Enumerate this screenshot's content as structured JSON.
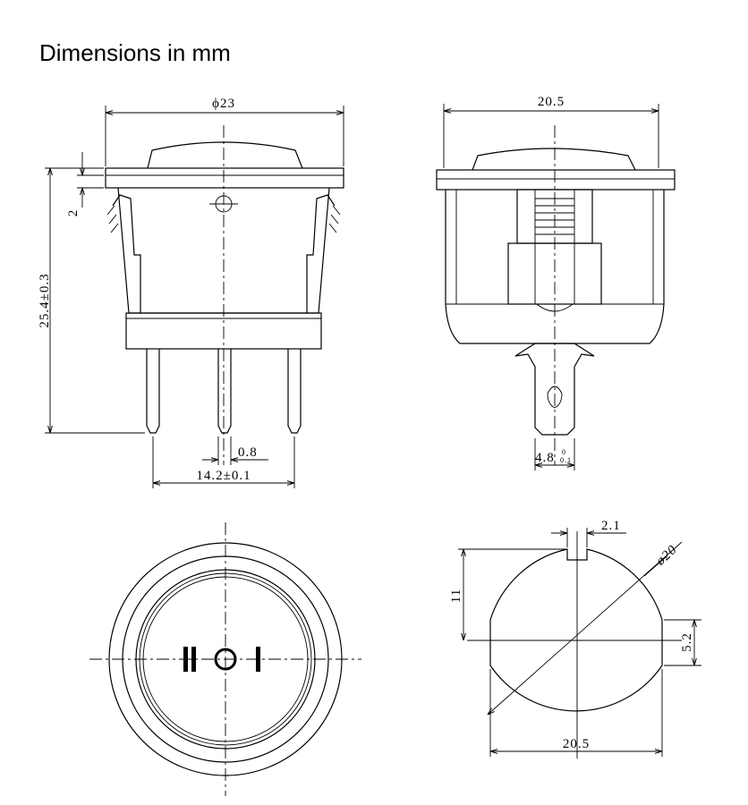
{
  "title": "Dimensions in mm",
  "views": {
    "front": {
      "width_label": "ϕ23",
      "height_label": "25.4±0.3",
      "flange_label": "2",
      "pin_thickness_label": "0.8",
      "pin_spacing_label": "14.2±0.1"
    },
    "side": {
      "width_label": "20.5",
      "terminal_width_label": "4.8",
      "terminal_tolerance_upper": "0",
      "terminal_tolerance_lower": "0.1"
    },
    "top": {
      "symbols": [
        "II",
        "O",
        "I"
      ]
    },
    "cutout": {
      "diameter_label": "ø20",
      "key_width_label": "2.1",
      "height_label": "11",
      "flat_label": "5.2",
      "width_label": "20.5"
    }
  }
}
